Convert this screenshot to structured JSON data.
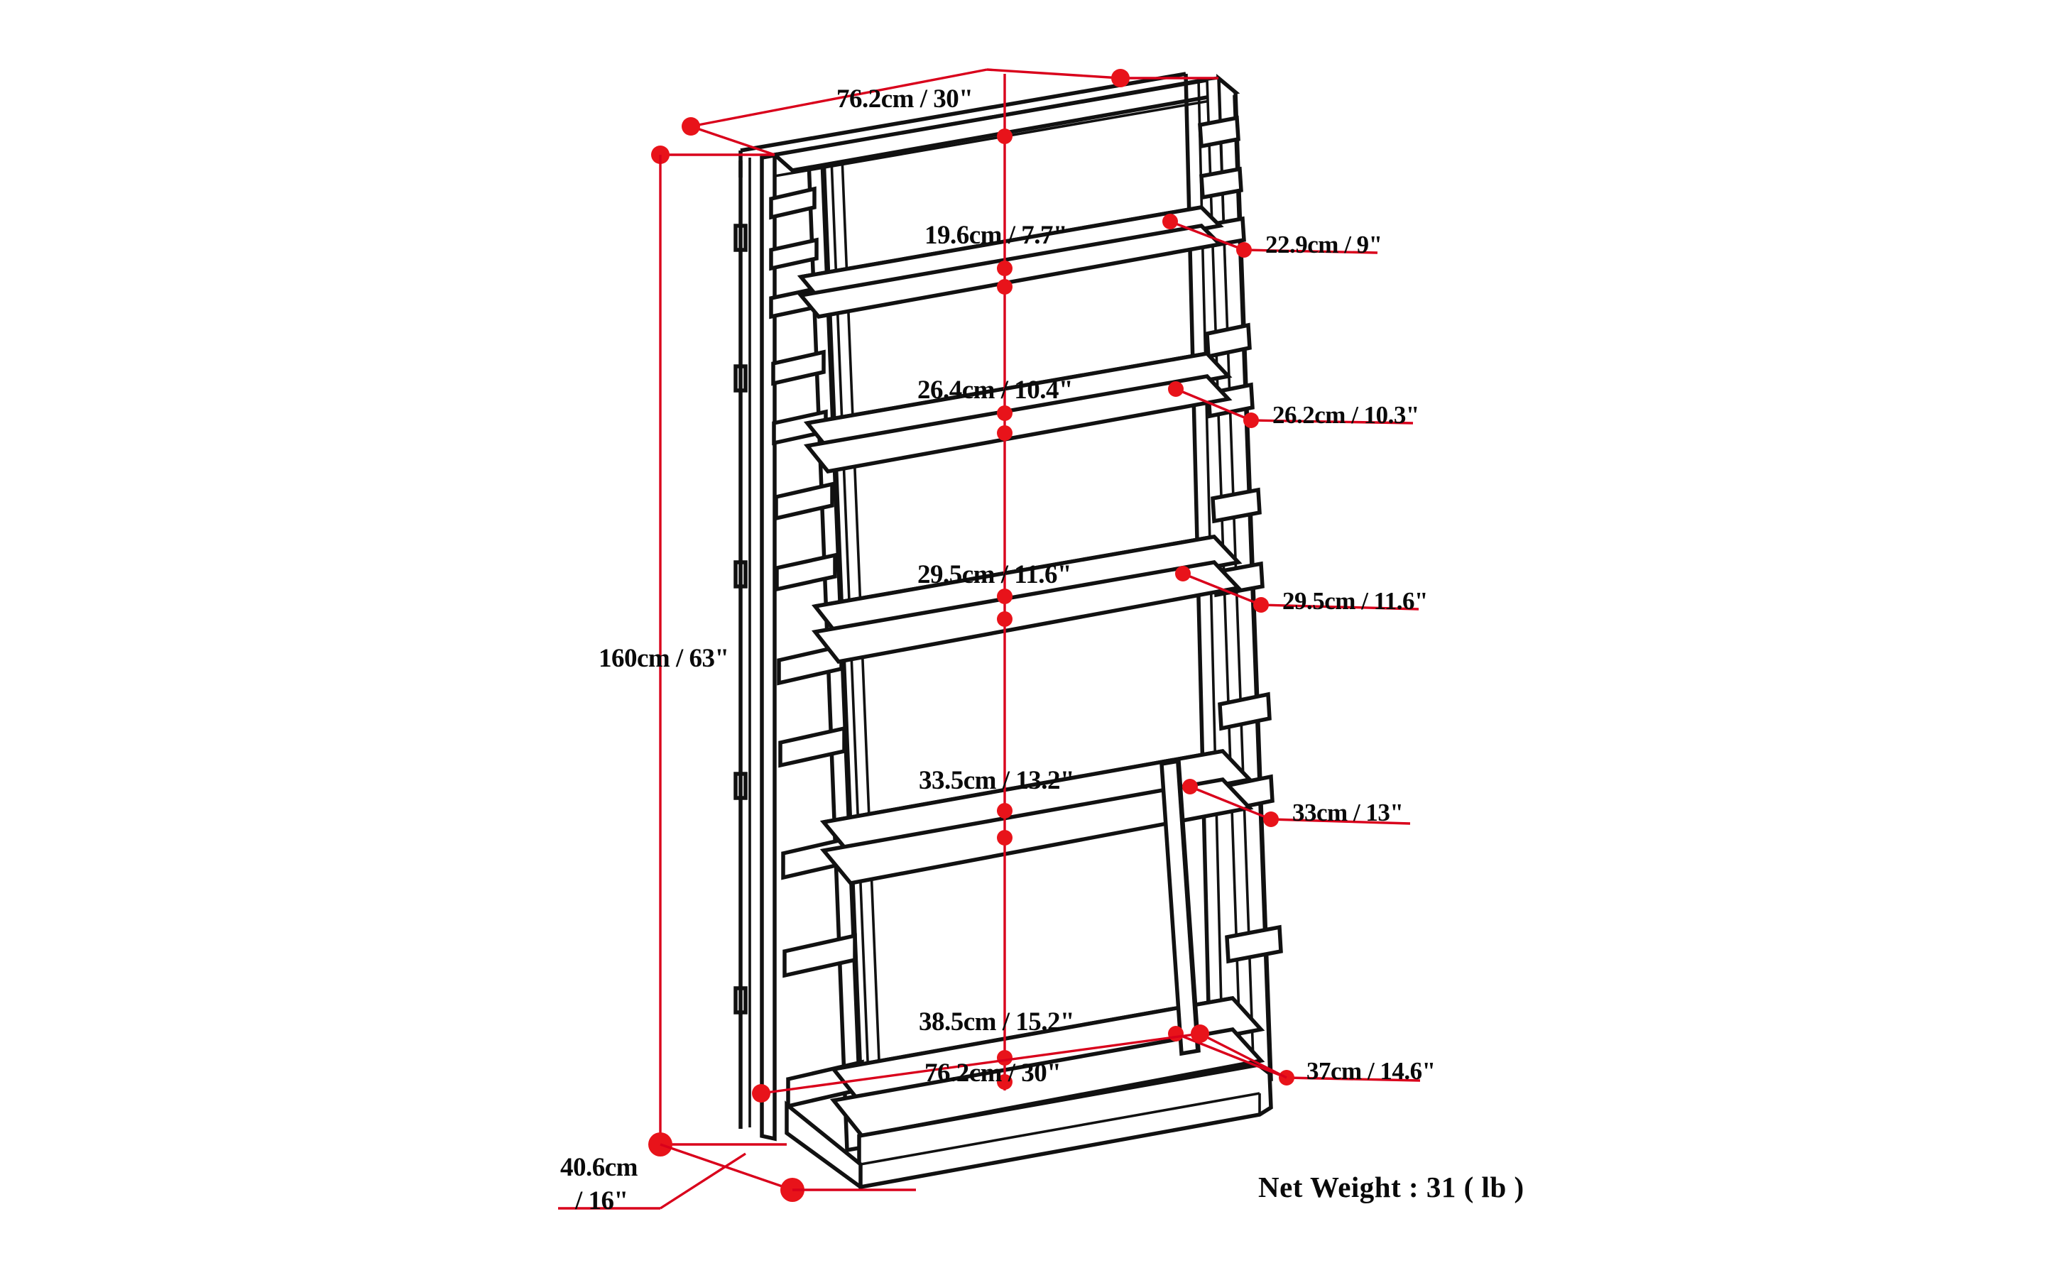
{
  "drawing": {
    "subject": "ladder-shelf-bookcase",
    "colors": {
      "outline": "#111111",
      "dimension": "#d9001b",
      "dimension_dot": "#e8131a",
      "text": "#0a0a0a",
      "background": "#ffffff"
    }
  },
  "dimensions": {
    "overall_width_top": "76.2cm / 30\"",
    "overall_width_bottom": "76.2cm / 30\"",
    "overall_height": "160cm / 63\"",
    "overall_depth": "40.6cm",
    "overall_depth_in": "/ 16\"",
    "shelf_gaps": [
      "19.6cm / 7.7\"",
      "26.4cm / 10.4\"",
      "29.5cm / 11.6\"",
      "33.5cm / 13.2\"",
      "38.5cm / 15.2\""
    ],
    "shelf_depths": [
      "22.9cm / 9\"",
      "26.2cm / 10.3\"",
      "29.5cm / 11.6\"",
      "33cm / 13\"",
      "37cm / 14.6\""
    ]
  },
  "weight": {
    "label": "Net Weight : 31 ( lb )"
  }
}
